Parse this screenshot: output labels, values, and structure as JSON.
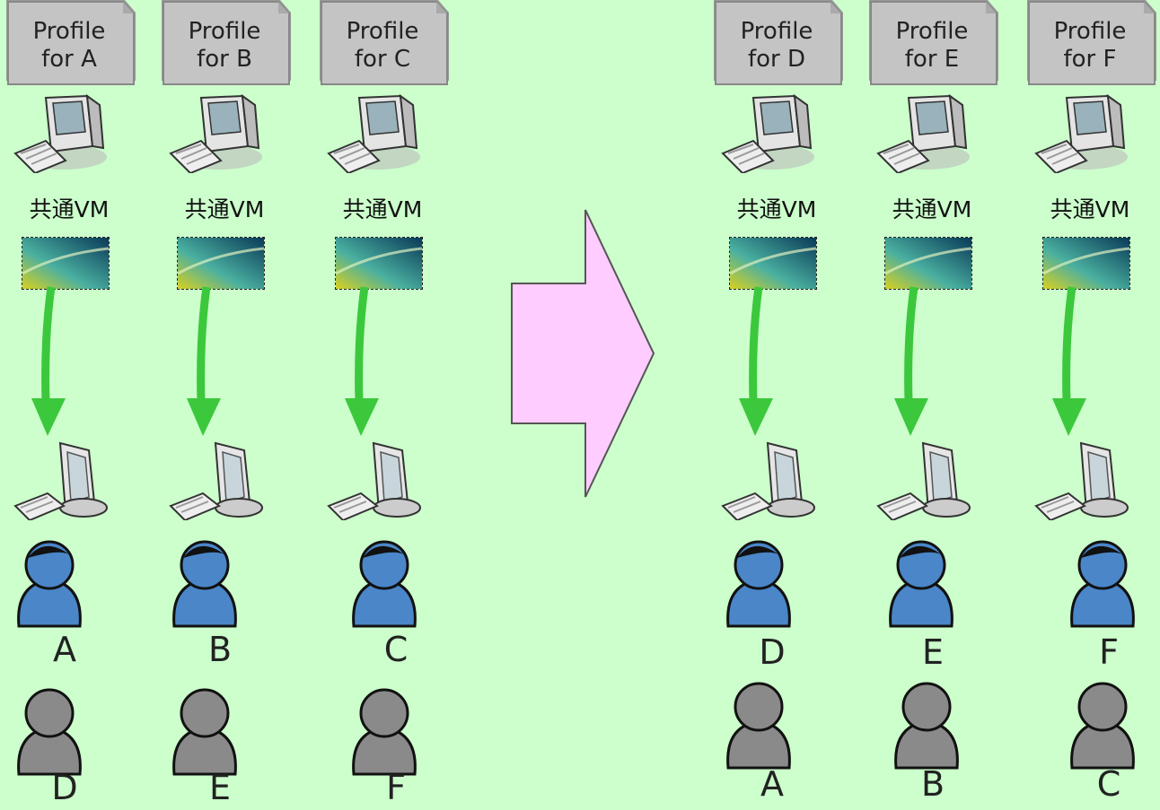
{
  "left_group": {
    "columns": [
      {
        "profile": "Profile\nfor A",
        "vm_label": "共通VM",
        "active_user": "A",
        "waiting_user": "D"
      },
      {
        "profile": "Profile\nfor B",
        "vm_label": "共通VM",
        "active_user": "B",
        "waiting_user": "E"
      },
      {
        "profile": "Profile\nfor C",
        "vm_label": "共通VM",
        "active_user": "C",
        "waiting_user": "F"
      }
    ]
  },
  "right_group": {
    "columns": [
      {
        "profile": "Profile\nfor D",
        "vm_label": "共通VM",
        "active_user": "D",
        "waiting_user": "A"
      },
      {
        "profile": "Profile\nfor E",
        "vm_label": "共通VM",
        "active_user": "E",
        "waiting_user": "B"
      },
      {
        "profile": "Profile\nfor F",
        "vm_label": "共通VM",
        "active_user": "F",
        "waiting_user": "C"
      }
    ]
  },
  "colors": {
    "background": "#ccffcc",
    "transition_arrow": "#ffccff",
    "flow_arrow": "#3cc83c",
    "active_user": "#4a86c8",
    "waiting_user": "#8a8a8a",
    "profile_tab": "#c4c4c4"
  },
  "icons": {
    "profile": "document-tab-icon",
    "server": "desktop-computer-icon",
    "vm": "vm-screen-icon",
    "flow": "down-arrow-icon",
    "client": "thin-client-icon",
    "active": "user-blue-icon",
    "waiting": "user-gray-icon",
    "transition": "right-arrow-icon"
  }
}
